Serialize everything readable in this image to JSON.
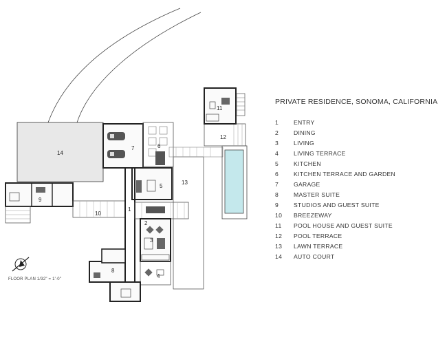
{
  "title": "PRIVATE RESIDENCE, SONOMA, CALIFORNIA",
  "legend": [
    {
      "num": "1",
      "name": "ENTRY"
    },
    {
      "num": "2",
      "name": "DINING"
    },
    {
      "num": "3",
      "name": "LIVING"
    },
    {
      "num": "4",
      "name": "LIVING TERRACE"
    },
    {
      "num": "5",
      "name": "KITCHEN"
    },
    {
      "num": "6",
      "name": "KITCHEN TERRACE AND GARDEN"
    },
    {
      "num": "7",
      "name": "GARAGE"
    },
    {
      "num": "8",
      "name": "MASTER SUITE"
    },
    {
      "num": "9",
      "name": "STUDIOS AND GUEST SUITE"
    },
    {
      "num": "10",
      "name": "BREEZEWAY"
    },
    {
      "num": "11",
      "name": "POOL HOUSE AND GUEST SUITE"
    },
    {
      "num": "12",
      "name": "POOL TERRACE"
    },
    {
      "num": "13",
      "name": "LAWN TERRACE"
    },
    {
      "num": "14",
      "name": "AUTO COURT"
    }
  ],
  "scale_note": "FLOOR PLAN  1/32\" = 1'-0\"",
  "plan_labels": {
    "l1": "1",
    "l2": "2",
    "l3": "3",
    "l4": "4",
    "l5": "5",
    "l6": "6",
    "l7": "7",
    "l8": "8",
    "l9": "9",
    "l10": "10",
    "l11": "11",
    "l12": "12",
    "l13": "13",
    "l14": "14"
  },
  "colors": {
    "ink": "#222222",
    "pool": "#c4e8ec",
    "court": "#e8e8e8",
    "hatch": "#bbbbbb"
  }
}
